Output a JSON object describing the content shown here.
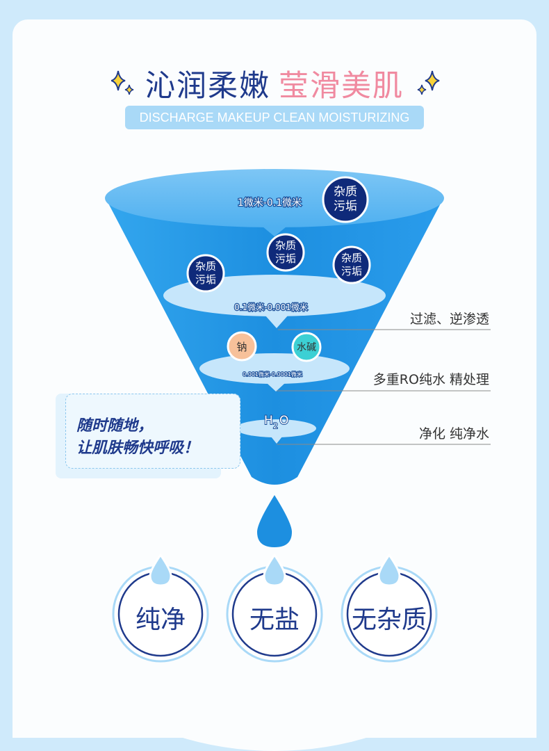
{
  "header": {
    "title_part1": "沁润柔嫩",
    "title_part2": "莹滑美肌",
    "subtitle": "DISCHARGE MAKEUP CLEAN  MOISTURIZING"
  },
  "funnel": {
    "layer1_range": "1微米-0.1微米",
    "layer2_range": "0.1微米-0.001微米",
    "layer3_range": "0.001微米-0.0001微米",
    "impurity_label_line1": "杂质",
    "impurity_label_line2": "污垢",
    "sodium_label": "钠",
    "alkali_label": "水碱",
    "h2o_h": "H",
    "h2o_2": "2",
    "h2o_o": "O"
  },
  "stages": [
    {
      "label": "过滤、逆渗透"
    },
    {
      "label": "多重RO纯水 精处理"
    },
    {
      "label": "净化 纯净水"
    }
  ],
  "note": {
    "line1": "随时随地，",
    "line2": "让肌肤畅快呼吸！"
  },
  "features": [
    {
      "label": "纯净"
    },
    {
      "label": "无盐"
    },
    {
      "label": "无杂质"
    }
  ],
  "colors": {
    "navy": "#1f3a8c",
    "pink": "#f08aa0",
    "funnel_blue": "#1d8fe0",
    "light_blue": "#cfeafb"
  }
}
